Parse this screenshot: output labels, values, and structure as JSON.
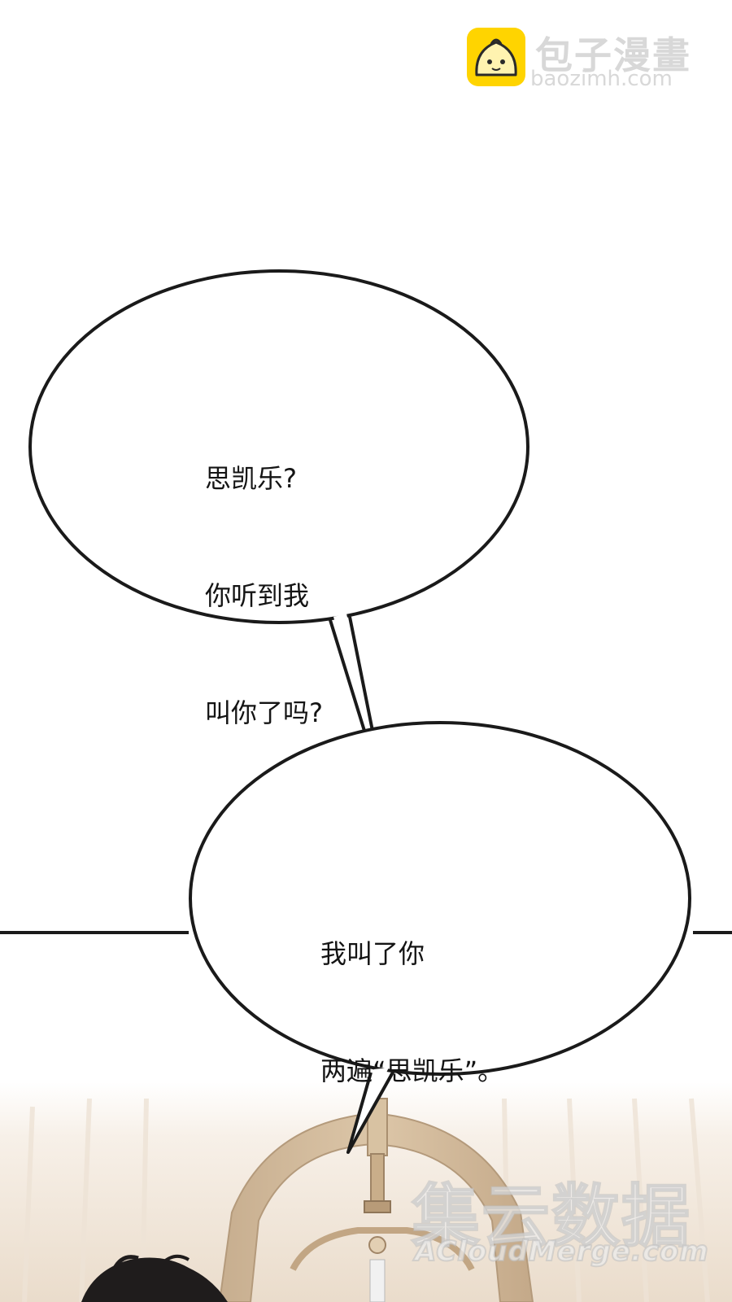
{
  "logo": {
    "title": "包子漫畫",
    "url": "baozimh.com",
    "icon": "steamed-bun-icon",
    "accent": "#ffd400"
  },
  "bubbles": [
    {
      "lines": [
        "思凯乐?",
        "你听到我",
        "叫你了吗?"
      ]
    },
    {
      "lines": [
        "我叫了你",
        "两遍“思凯乐”。"
      ]
    }
  ],
  "watermark": {
    "title": "集云数据",
    "url": "ACloudMerge.com"
  },
  "colors": {
    "background": "#ffffff",
    "outline": "#1a1a1a",
    "text": "#141414",
    "art_warm": "#e9dccb",
    "art_dark": "#1f1c1c"
  }
}
